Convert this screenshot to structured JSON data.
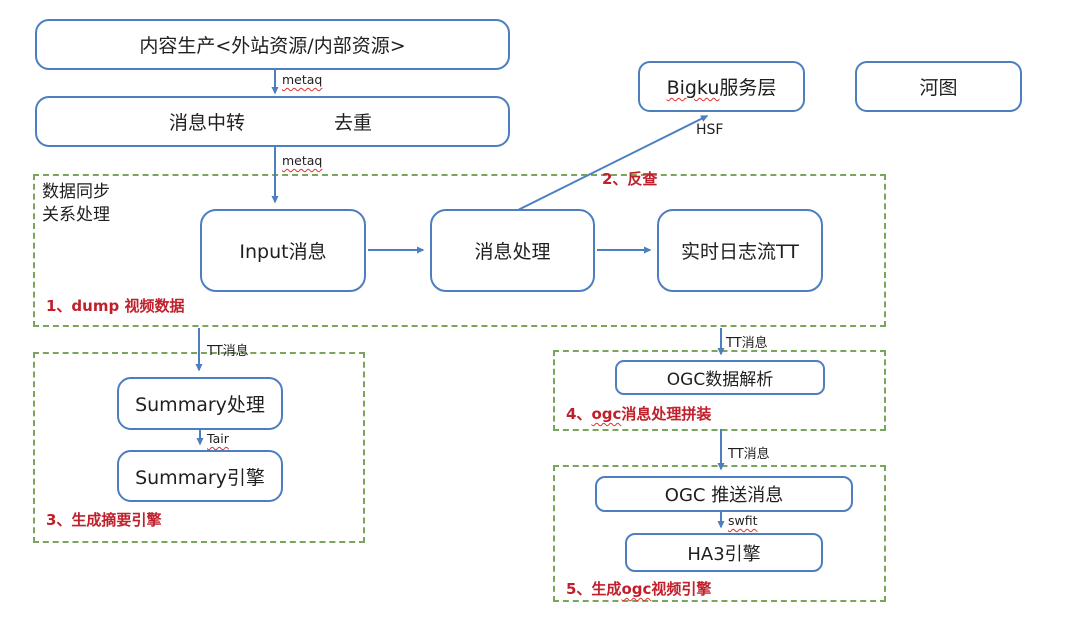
{
  "nodes": {
    "content_production": {
      "label": "内容生产<外站资源/内部资源>"
    },
    "relay": {
      "left": "消息中转",
      "right": "去重"
    },
    "input_message": {
      "label": "Input消息"
    },
    "message_processing": {
      "label": "消息处理"
    },
    "realtime_log": {
      "label": "实时日志流TT"
    },
    "bigku": {
      "word": "Bigku",
      "suffix": "服务层"
    },
    "hetu": {
      "label": "河图"
    },
    "summary_processing": {
      "label": "Summary处理"
    },
    "summary_engine": {
      "label": "Summary引擎"
    },
    "ogc_parse": {
      "label": "OGC数据解析"
    },
    "ogc_push": {
      "label": "OGC 推送消息"
    },
    "ha3_engine": {
      "label": "HA3引擎"
    }
  },
  "groups": {
    "data_sync": {
      "title_line1": "数据同步",
      "title_line2": "关系处理",
      "note": "1、dump 视频数据"
    },
    "summary": {
      "note": "3、生成摘要引擎"
    },
    "ogc_parse_group": {
      "note_prefix": "4、",
      "note_word": "ogc",
      "note_suffix": "消息处理拼装"
    },
    "ogc_push_group": {
      "note_prefix": "5、生成",
      "note_word": "ogc",
      "note_suffix": "视频引擎"
    }
  },
  "edge_labels": {
    "metaq_top": "metaq",
    "metaq_bottom": "metaq",
    "hsf": "HSF",
    "backcheck": "2、反查",
    "tt_summary": "TT消息",
    "tair": "Tair",
    "tt_ogc_parse": "TT消息",
    "tt_ogc_push": "TT消息",
    "swfit": "swfit"
  },
  "colors": {
    "node_border": "#4d7ebf",
    "connector": "#4d7ebf",
    "group_border": "#7aa65c",
    "annotation_red": "#c0202c",
    "text": "#1f1f1f"
  }
}
